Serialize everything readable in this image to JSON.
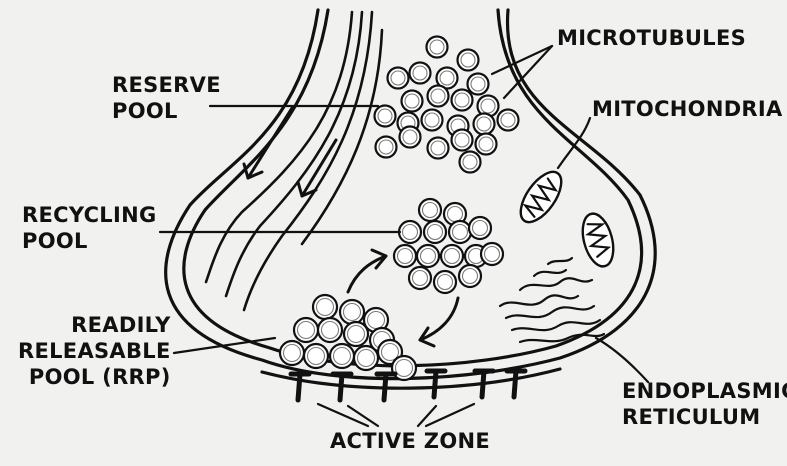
{
  "labels": {
    "reserve_pool": [
      "RESERVE",
      "POOL"
    ],
    "recycling_pool": [
      "RECYCLING",
      "POOL"
    ],
    "readily_releasable_pool": [
      "READILY",
      "RELEASABLE",
      "POOL (RRP)"
    ],
    "microtubules": "MICROTUBULES",
    "mitochondria": "MITOCHONDRIA",
    "endoplasmic_reticulum": [
      "ENDOPLASMIC",
      "RETICULUM"
    ],
    "active_zone": "ACTIVE ZONE"
  },
  "colors": {
    "background": "#f1f1f0",
    "ink": "#111111",
    "vesicle_fill": "#ffffff"
  }
}
